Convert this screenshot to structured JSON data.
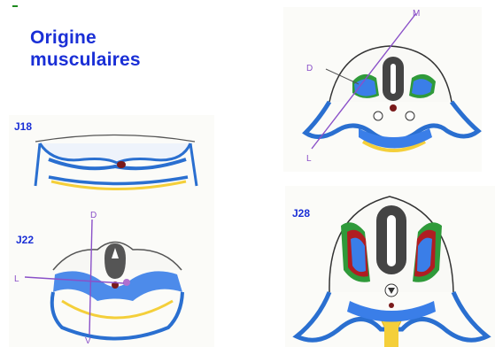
{
  "title": {
    "line1": "Origine",
    "line2": "musculaires"
  },
  "stages": {
    "j18": "J18",
    "j22": "J22",
    "j28": "J28"
  },
  "axis_labels": {
    "dorsal": "D",
    "ventral": "V",
    "lateral": "L",
    "lateral_j24": "L",
    "medial": "M",
    "dorsal_j24": "D"
  },
  "colors": {
    "ectoderm": "#2a6fd0",
    "mesoderm": "#3a7ee8",
    "endoderm": "#f4cf3a",
    "neural_tube": "#444444",
    "muscle_green": "#2f9a3a",
    "muscle_red": "#b01d22",
    "axis": "#8a50c8",
    "title": "#1a2fd6"
  }
}
